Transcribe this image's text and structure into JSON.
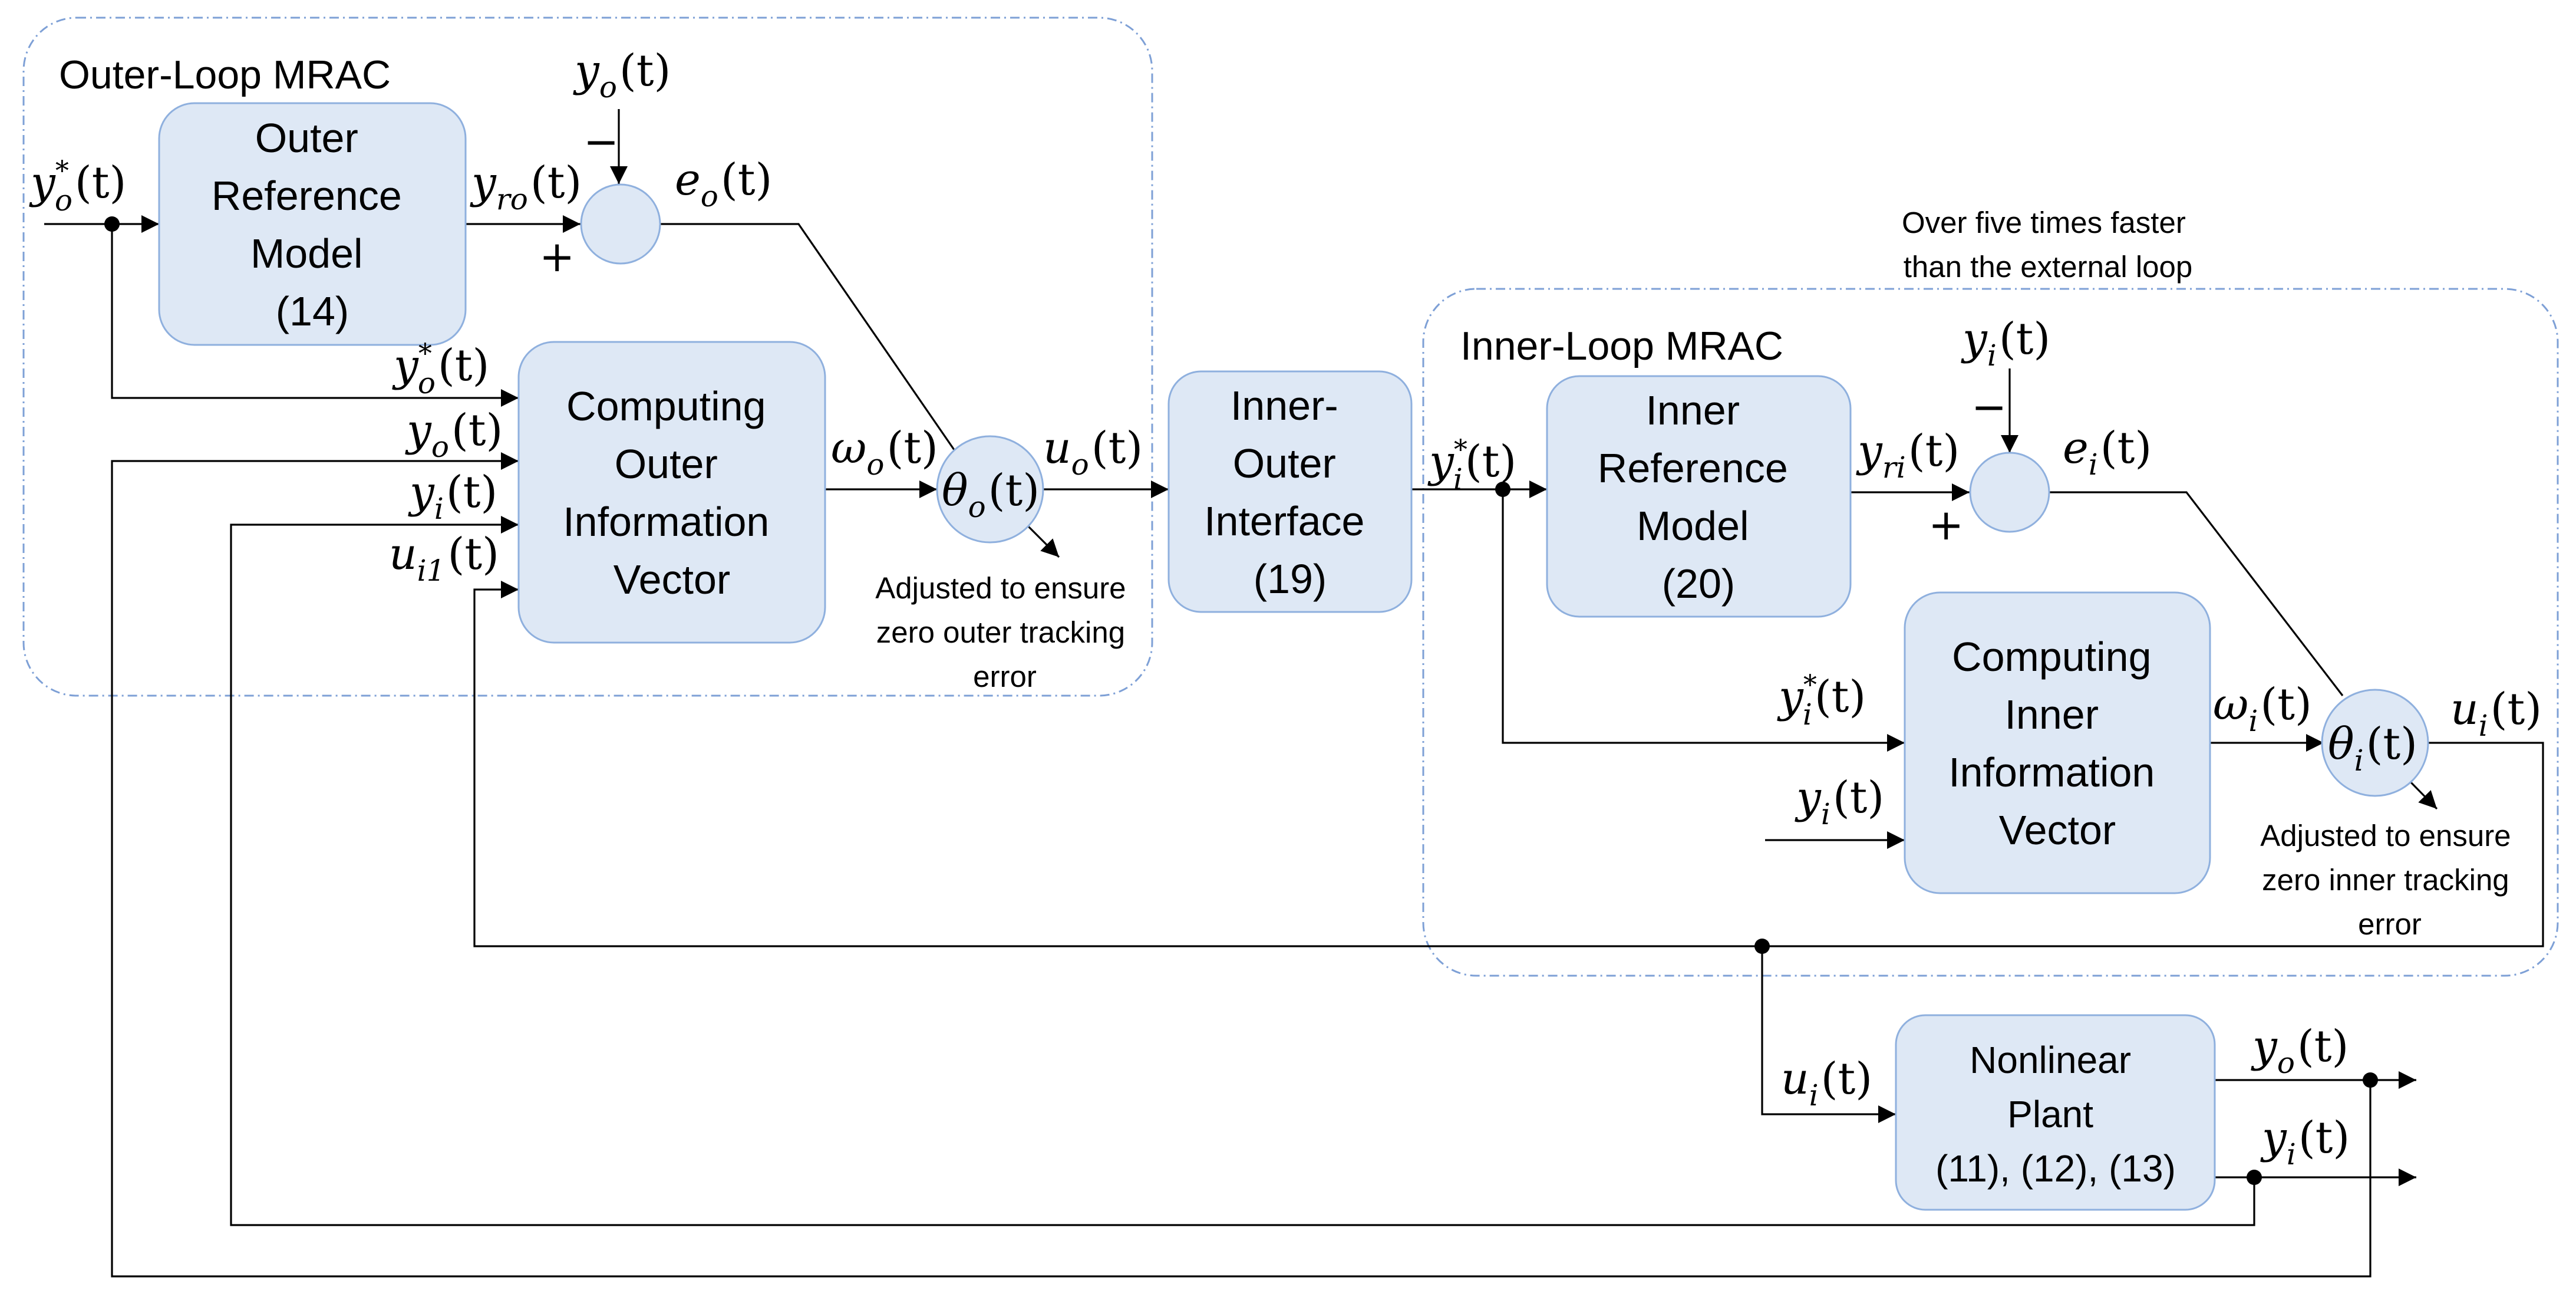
{
  "groups": {
    "outer": {
      "title": "Outer-Loop MRAC"
    },
    "inner": {
      "title": "Inner-Loop MRAC"
    }
  },
  "blocks": {
    "outer_reference": {
      "lines": [
        "Outer",
        "Reference",
        "Model",
        "(14)"
      ]
    },
    "outer_info": {
      "lines": [
        "Computing",
        "Outer",
        "Information",
        "Vector"
      ]
    },
    "interface": {
      "lines": [
        "Inner-",
        "Outer",
        "Interface",
        "(19)"
      ]
    },
    "inner_reference": {
      "lines": [
        "Inner",
        "Reference",
        "Model",
        "(20)"
      ]
    },
    "inner_info": {
      "lines": [
        "Computing",
        "Inner",
        "Information",
        "Vector"
      ]
    },
    "plant": {
      "lines": [
        "Nonlinear",
        "Plant",
        "(11), (12), (13)"
      ]
    }
  },
  "notes": {
    "outer_adjust": [
      "Adjusted to ensure",
      "zero outer tracking",
      "error"
    ],
    "inner_adjust": [
      "Adjusted to ensure",
      "zero inner tracking",
      "error"
    ],
    "speed": [
      "Over five times faster",
      "than the external loop"
    ]
  },
  "signals": {
    "yo_star_in": {
      "base": "y",
      "sub": "o",
      "sup": "*",
      "arg": "(t)"
    },
    "yo_fb_top": {
      "base": "y",
      "sub": "o",
      "arg": "(t)"
    },
    "yro": {
      "base": "y",
      "sub": "ro",
      "arg": "(t)"
    },
    "eo": {
      "base": "e",
      "sub": "o",
      "arg": "(t)"
    },
    "yo_star_info": {
      "base": "y",
      "sub": "o",
      "sup": "*",
      "arg": "(t)"
    },
    "yo_info": {
      "base": "y",
      "sub": "o",
      "arg": "(t)"
    },
    "yi_info": {
      "base": "y",
      "sub": "i",
      "arg": "(t)"
    },
    "ui1_info": {
      "base": "u",
      "sub": "i1",
      "arg": "(t)"
    },
    "omega_o": {
      "base": "ω",
      "sub": "o",
      "arg": "(t)"
    },
    "theta_o": {
      "base": "θ",
      "sub": "o",
      "arg": "(t)"
    },
    "uo": {
      "base": "u",
      "sub": "o",
      "arg": "(t)"
    },
    "yi_star": {
      "base": "y",
      "sub": "i",
      "sup": "*",
      "arg": "(t)"
    },
    "yi_fb_top": {
      "base": "y",
      "sub": "i",
      "arg": "(t)"
    },
    "yri": {
      "base": "y",
      "sub": "ri",
      "arg": "(t)"
    },
    "ei": {
      "base": "e",
      "sub": "i",
      "arg": "(t)"
    },
    "yi_star_info": {
      "base": "y",
      "sub": "i",
      "sup": "*",
      "arg": "(t)"
    },
    "yi_info_inner": {
      "base": "y",
      "sub": "i",
      "arg": "(t)"
    },
    "omega_i": {
      "base": "ω",
      "sub": "i",
      "arg": "(t)"
    },
    "theta_i": {
      "base": "θ",
      "sub": "i",
      "arg": "(t)"
    },
    "ui_out": {
      "base": "u",
      "sub": "i",
      "arg": "(t)"
    },
    "ui_plant": {
      "base": "u",
      "sub": "i",
      "arg": "(t)"
    },
    "yo_out": {
      "base": "y",
      "sub": "o",
      "arg": "(t)"
    },
    "yi_out": {
      "base": "y",
      "sub": "i",
      "arg": "(t)"
    }
  },
  "signs": {
    "outer_minus": "−",
    "outer_plus": "+",
    "inner_minus": "−",
    "inner_plus": "+"
  }
}
